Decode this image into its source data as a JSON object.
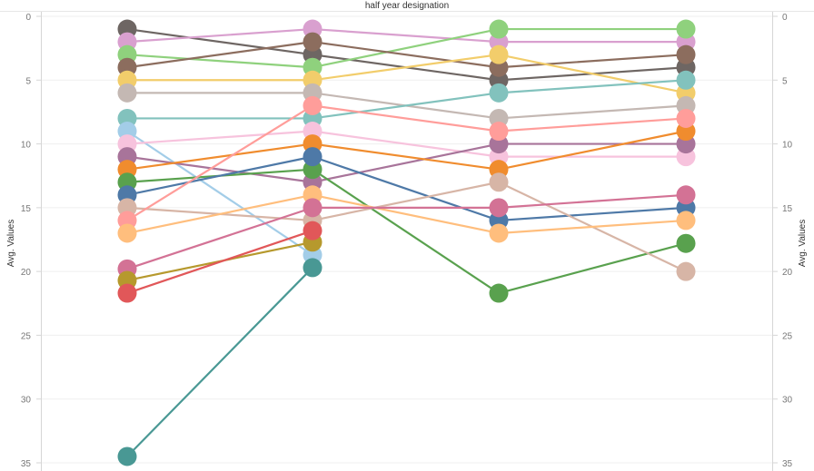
{
  "chart_data": {
    "type": "line",
    "title": "half year designation",
    "ylabel_left": "Avg. Values",
    "ylabel_right": "Avg. Values",
    "x": [
      "",
      "",
      "",
      ""
    ],
    "ylim": [
      0,
      35
    ],
    "y_inverted": true,
    "y_ticks": [
      0,
      5,
      10,
      15,
      20,
      25,
      30,
      35
    ],
    "grid": true,
    "series": [
      {
        "color": "#6e6663",
        "values": [
          1,
          3,
          5,
          4
        ]
      },
      {
        "color": "#d9a0cf",
        "values": [
          2,
          1,
          2,
          2
        ]
      },
      {
        "color": "#8fd17d",
        "values": [
          3,
          4,
          1,
          1
        ]
      },
      {
        "color": "#8c6d5e",
        "values": [
          4,
          2,
          4,
          3
        ]
      },
      {
        "color": "#f2cd6b",
        "values": [
          5,
          5,
          3,
          6
        ]
      },
      {
        "color": "#c4b8b3",
        "values": [
          6,
          6,
          8,
          7
        ]
      },
      {
        "color": "#82c2bd",
        "values": [
          8,
          8,
          6,
          5
        ]
      },
      {
        "color": "#a3cde8",
        "values": [
          9,
          18.7
        ]
      },
      {
        "color": "#f7c3dd",
        "values": [
          10,
          9,
          11,
          11
        ]
      },
      {
        "color": "#a8749a",
        "values": [
          11,
          13,
          10,
          10
        ]
      },
      {
        "color": "#f08c2e",
        "values": [
          12,
          10,
          12,
          9
        ]
      },
      {
        "color": "#59a14e",
        "values": [
          13,
          12,
          21.7,
          17.8
        ]
      },
      {
        "color": "#4e79a7",
        "values": [
          14,
          11,
          16,
          15
        ]
      },
      {
        "color": "#d7b5a6",
        "values": [
          15,
          16,
          13,
          20
        ]
      },
      {
        "color": "#ff9d9a",
        "values": [
          16,
          7,
          9,
          8
        ]
      },
      {
        "color": "#ffbe7d",
        "values": [
          17,
          14,
          17,
          16
        ]
      },
      {
        "color": "#d37295",
        "values": [
          19.8,
          15,
          15,
          14
        ]
      },
      {
        "color": "#b6992d",
        "values": [
          20.7,
          17.7
        ]
      },
      {
        "color": "#e15759",
        "values": [
          21.7,
          16.8
        ]
      },
      {
        "color": "#499894",
        "values": [
          34.5,
          19.7
        ]
      }
    ]
  }
}
